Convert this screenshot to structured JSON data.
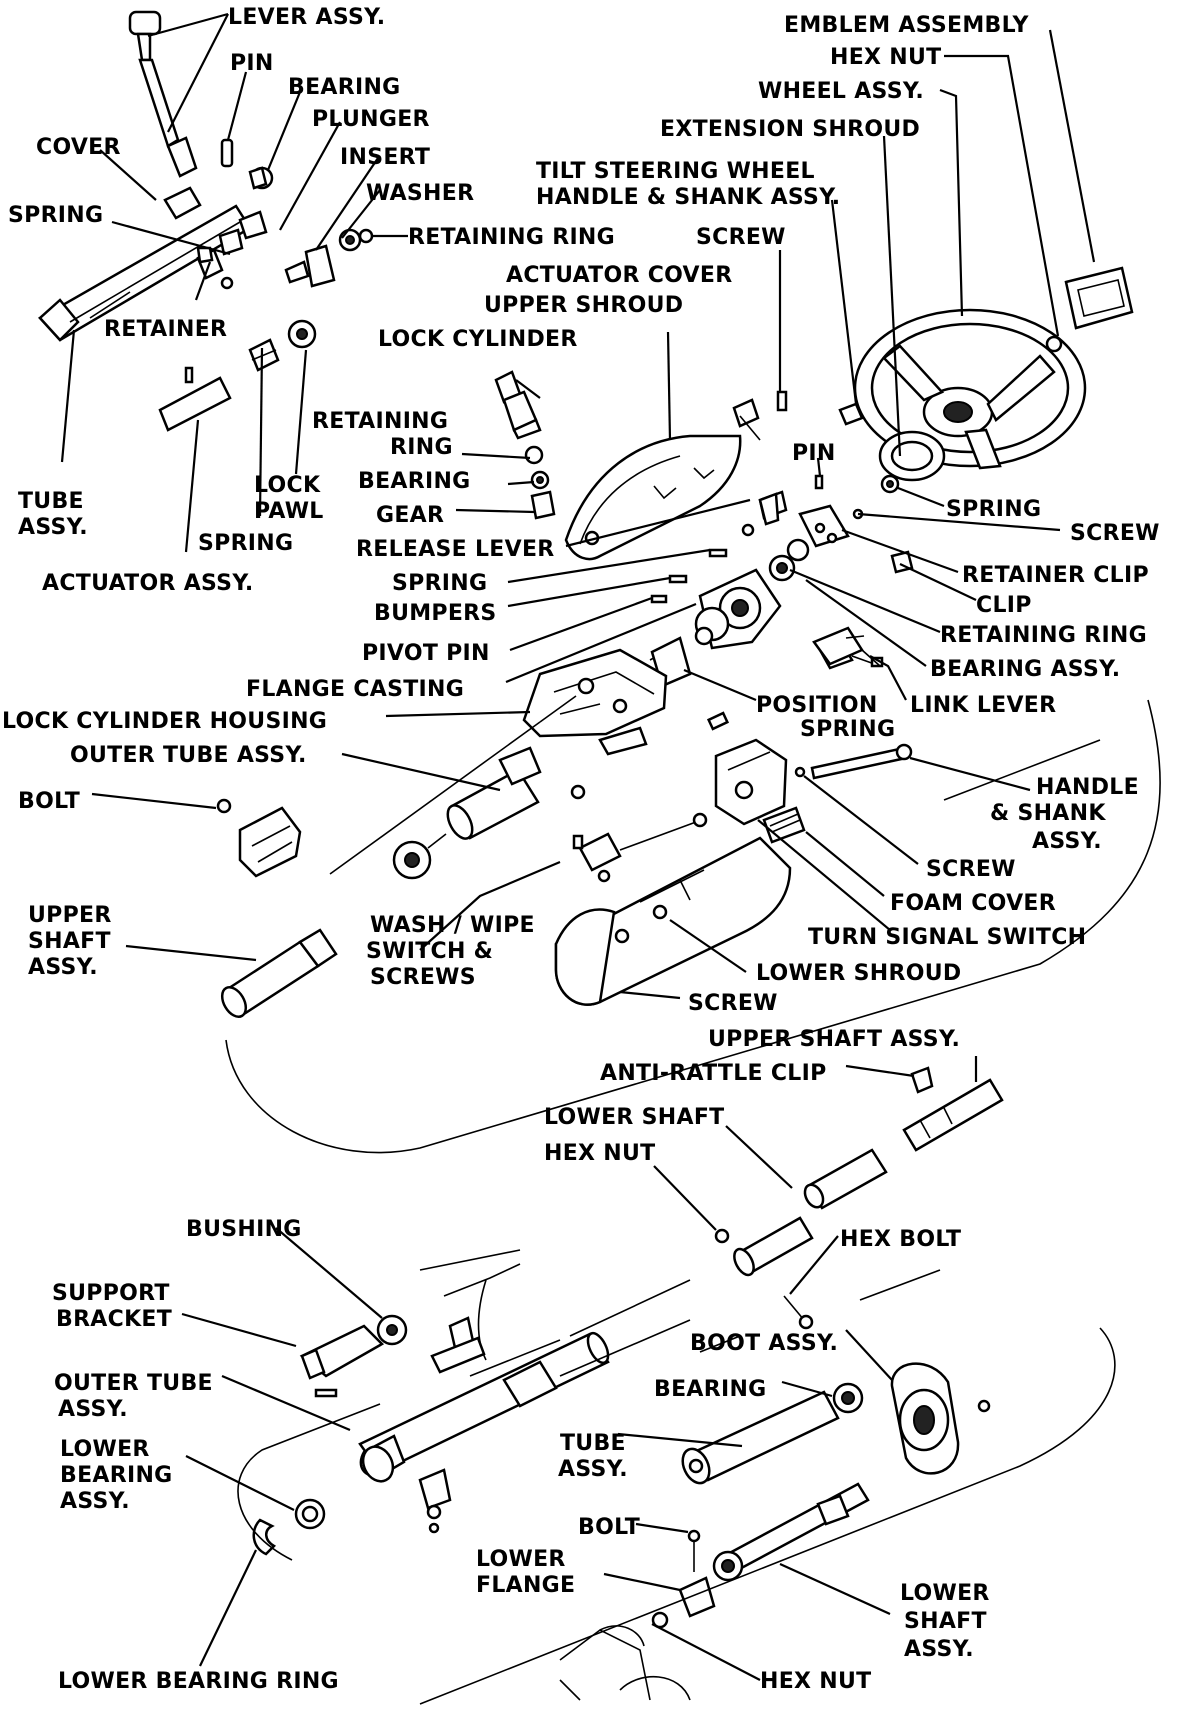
{
  "labels": {
    "lever_assy": "LEVER ASSY.",
    "pin_top": "PIN",
    "bearing_top": "BEARING",
    "plunger": "PLUNGER",
    "cover": "COVER",
    "insert": "INSERT",
    "washer": "WASHER",
    "spring_left": "SPRING",
    "retaining_ring_top": "RETAINING RING",
    "retainer": "RETAINER",
    "tube_assy_top_1": "TUBE",
    "tube_assy_top_2": "ASSY.",
    "spring_mid": "SPRING",
    "lock_pawl_1": "LOCK",
    "lock_pawl_2": "PAWL",
    "actuator_assy": "ACTUATOR ASSY.",
    "emblem_assembly": "EMBLEM ASSEMBLY",
    "hex_nut_top": "HEX NUT",
    "wheel_assy": "WHEEL ASSY.",
    "extension_shroud": "EXTENSION SHROUD",
    "tilt_handle_1": "TILT STEERING WHEEL",
    "tilt_handle_2": "HANDLE & SHANK ASSY.",
    "screw_top": "SCREW",
    "actuator_cover": "ACTUATOR COVER",
    "upper_shroud": "UPPER SHROUD",
    "lock_cylinder": "LOCK CYLINDER",
    "retaining_ring_mid_1": "RETAINING",
    "retaining_ring_mid_2": "RING",
    "bearing_mid": "BEARING",
    "gear": "GEAR",
    "release_lever": "RELEASE LEVER",
    "spring_release": "SPRING",
    "bumpers": "BUMPERS",
    "pivot_pin": "PIVOT PIN",
    "flange_casting": "FLANGE CASTING",
    "lock_cylinder_housing": "LOCK CYLINDER HOUSING",
    "outer_tube_assy_mid": "OUTER TUBE ASSY.",
    "pin_right": "PIN",
    "spring_right": "SPRING",
    "screw_right": "SCREW",
    "retainer_clip": "RETAINER CLIP",
    "clip": "CLIP",
    "retaining_ring_right": "RETAINING RING",
    "bearing_assy": "BEARING ASSY.",
    "position_spring_1": "POSITION",
    "position_spring_2": "SPRING",
    "link_lever": "LINK LEVER",
    "bolt_mid": "BOLT",
    "handle_shank_1": "HANDLE",
    "handle_shank_2": "& SHANK",
    "handle_shank_3": "ASSY.",
    "screw_mid": "SCREW",
    "foam_cover": "FOAM COVER",
    "turn_signal_switch": "TURN SIGNAL SWITCH",
    "upper_shaft_left_1": "UPPER",
    "upper_shaft_left_2": "SHAFT",
    "upper_shaft_left_3": "ASSY.",
    "wash_wipe_1": "WASH / WIPE",
    "wash_wipe_2": "SWITCH &",
    "wash_wipe_3": "SCREWS",
    "lower_shroud": "LOWER SHROUD",
    "screw_bottom": "SCREW",
    "upper_shaft_assy_right": "UPPER SHAFT ASSY.",
    "anti_rattle_clip": "ANTI-RATTLE CLIP",
    "lower_shaft": "LOWER SHAFT",
    "hex_nut_mid": "HEX NUT",
    "hex_bolt": "HEX BOLT",
    "bushing": "BUSHING",
    "support_bracket_1": "SUPPORT",
    "support_bracket_2": "BRACKET",
    "outer_tube_assy_low_1": "OUTER TUBE",
    "outer_tube_assy_low_2": "ASSY.",
    "boot_assy": "BOOT ASSY.",
    "bearing_low": "BEARING",
    "lower_bearing_assy_1": "LOWER",
    "lower_bearing_assy_2": "BEARING",
    "lower_bearing_assy_3": "ASSY.",
    "tube_assy_low_1": "TUBE",
    "tube_assy_low_2": "ASSY.",
    "bolt_low": "BOLT",
    "lower_flange_1": "LOWER",
    "lower_flange_2": "FLANGE",
    "lower_shaft_assy_1": "LOWER",
    "lower_shaft_assy_2": "SHAFT",
    "lower_shaft_assy_3": "ASSY.",
    "lower_bearing_ring": "LOWER BEARING RING",
    "hex_nut_bottom": "HEX NUT"
  }
}
